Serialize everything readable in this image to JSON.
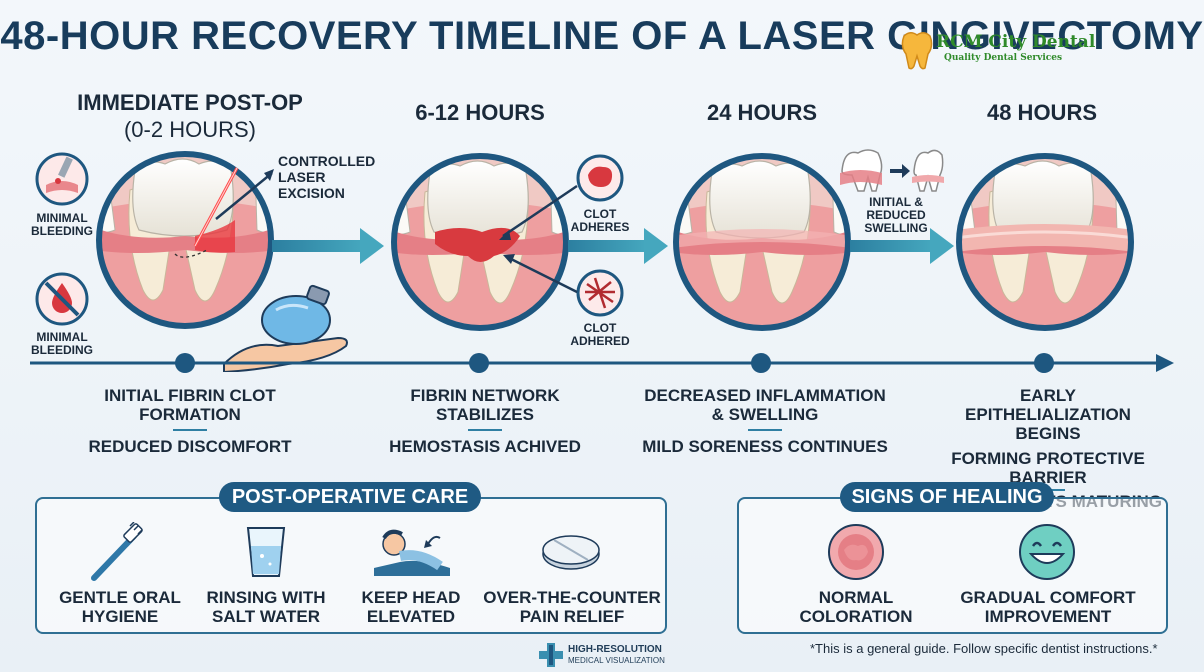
{
  "title": "48-HOUR RECOVERY TIMELINE OF A LASER GINGIVECTOMY",
  "logo": {
    "name": "RCM City Dental",
    "tagline": "Quality Dental Services"
  },
  "stages": [
    {
      "title": "IMMEDIATE POST-OP",
      "subtitle": "(0-2 HOURS)",
      "desc_main": "INITIAL FIBRIN CLOT FORMATION",
      "desc_extra": [
        "REDUCED DISCOMFORT"
      ]
    },
    {
      "title": "6-12 HOURS",
      "desc_main": "FIBRIN NETWORK STABILIZES",
      "desc_extra": [
        "HEMOSTASIS ACHIVED"
      ]
    },
    {
      "title": "24 HOURS",
      "desc_main": "DECREASED INFLAMMATION & SWELLING",
      "desc_extra": [
        "MILD SORENESS CONTINUES"
      ]
    },
    {
      "title": "48 HOURS",
      "desc_main": "EARLY EPITHELIALIZATION BEGINS",
      "desc_extra": [
        "FORMING PROTECTIVE BARRIER",
        "TISSUE STARTS MATURING"
      ]
    }
  ],
  "callouts": {
    "laser": "CONTROLLED LASER EXCISION",
    "minimal_bleeding_1": "MINIMAL BLEEDING",
    "minimal_bleeding_2": "MINIMAL BLEEDING",
    "clot_adheres": "CLOT ADHERES",
    "clot_adhered": "CLOT ADHERED",
    "initial_reduced": "INITIAL & REDUCED SWELLING"
  },
  "care": {
    "heading": "POST-OPERATIVE CARE",
    "items": [
      {
        "label": "GENTLE ORAL HYGIENE",
        "icon": "toothbrush-icon"
      },
      {
        "label": "RINSING WITH SALT WATER",
        "icon": "water-glass-icon"
      },
      {
        "label": "KEEP HEAD ELEVATED",
        "icon": "resting-person-icon"
      },
      {
        "label": "OVER-THE-COUNTER PAIN RELIEF",
        "icon": "pill-icon"
      }
    ]
  },
  "healing": {
    "heading": "SIGNS OF HEALING",
    "items": [
      {
        "label": "NORMAL COLORATION",
        "icon": "pink-gum-icon"
      },
      {
        "label": "GRADUAL COMFORT IMPROVEMENT",
        "icon": "smiley-icon"
      }
    ]
  },
  "footnote": "*This is a general guide. Follow specific dentist instructions.*",
  "watermark": {
    "line1": "HIGH-RESOLUTION",
    "line2": "MEDICAL VISUALIZATION"
  },
  "colors": {
    "primary": "#1f5a83",
    "accent_teal": "#3a95b0",
    "gum_pink": "#e79a9c",
    "blood_red": "#d8383f"
  }
}
